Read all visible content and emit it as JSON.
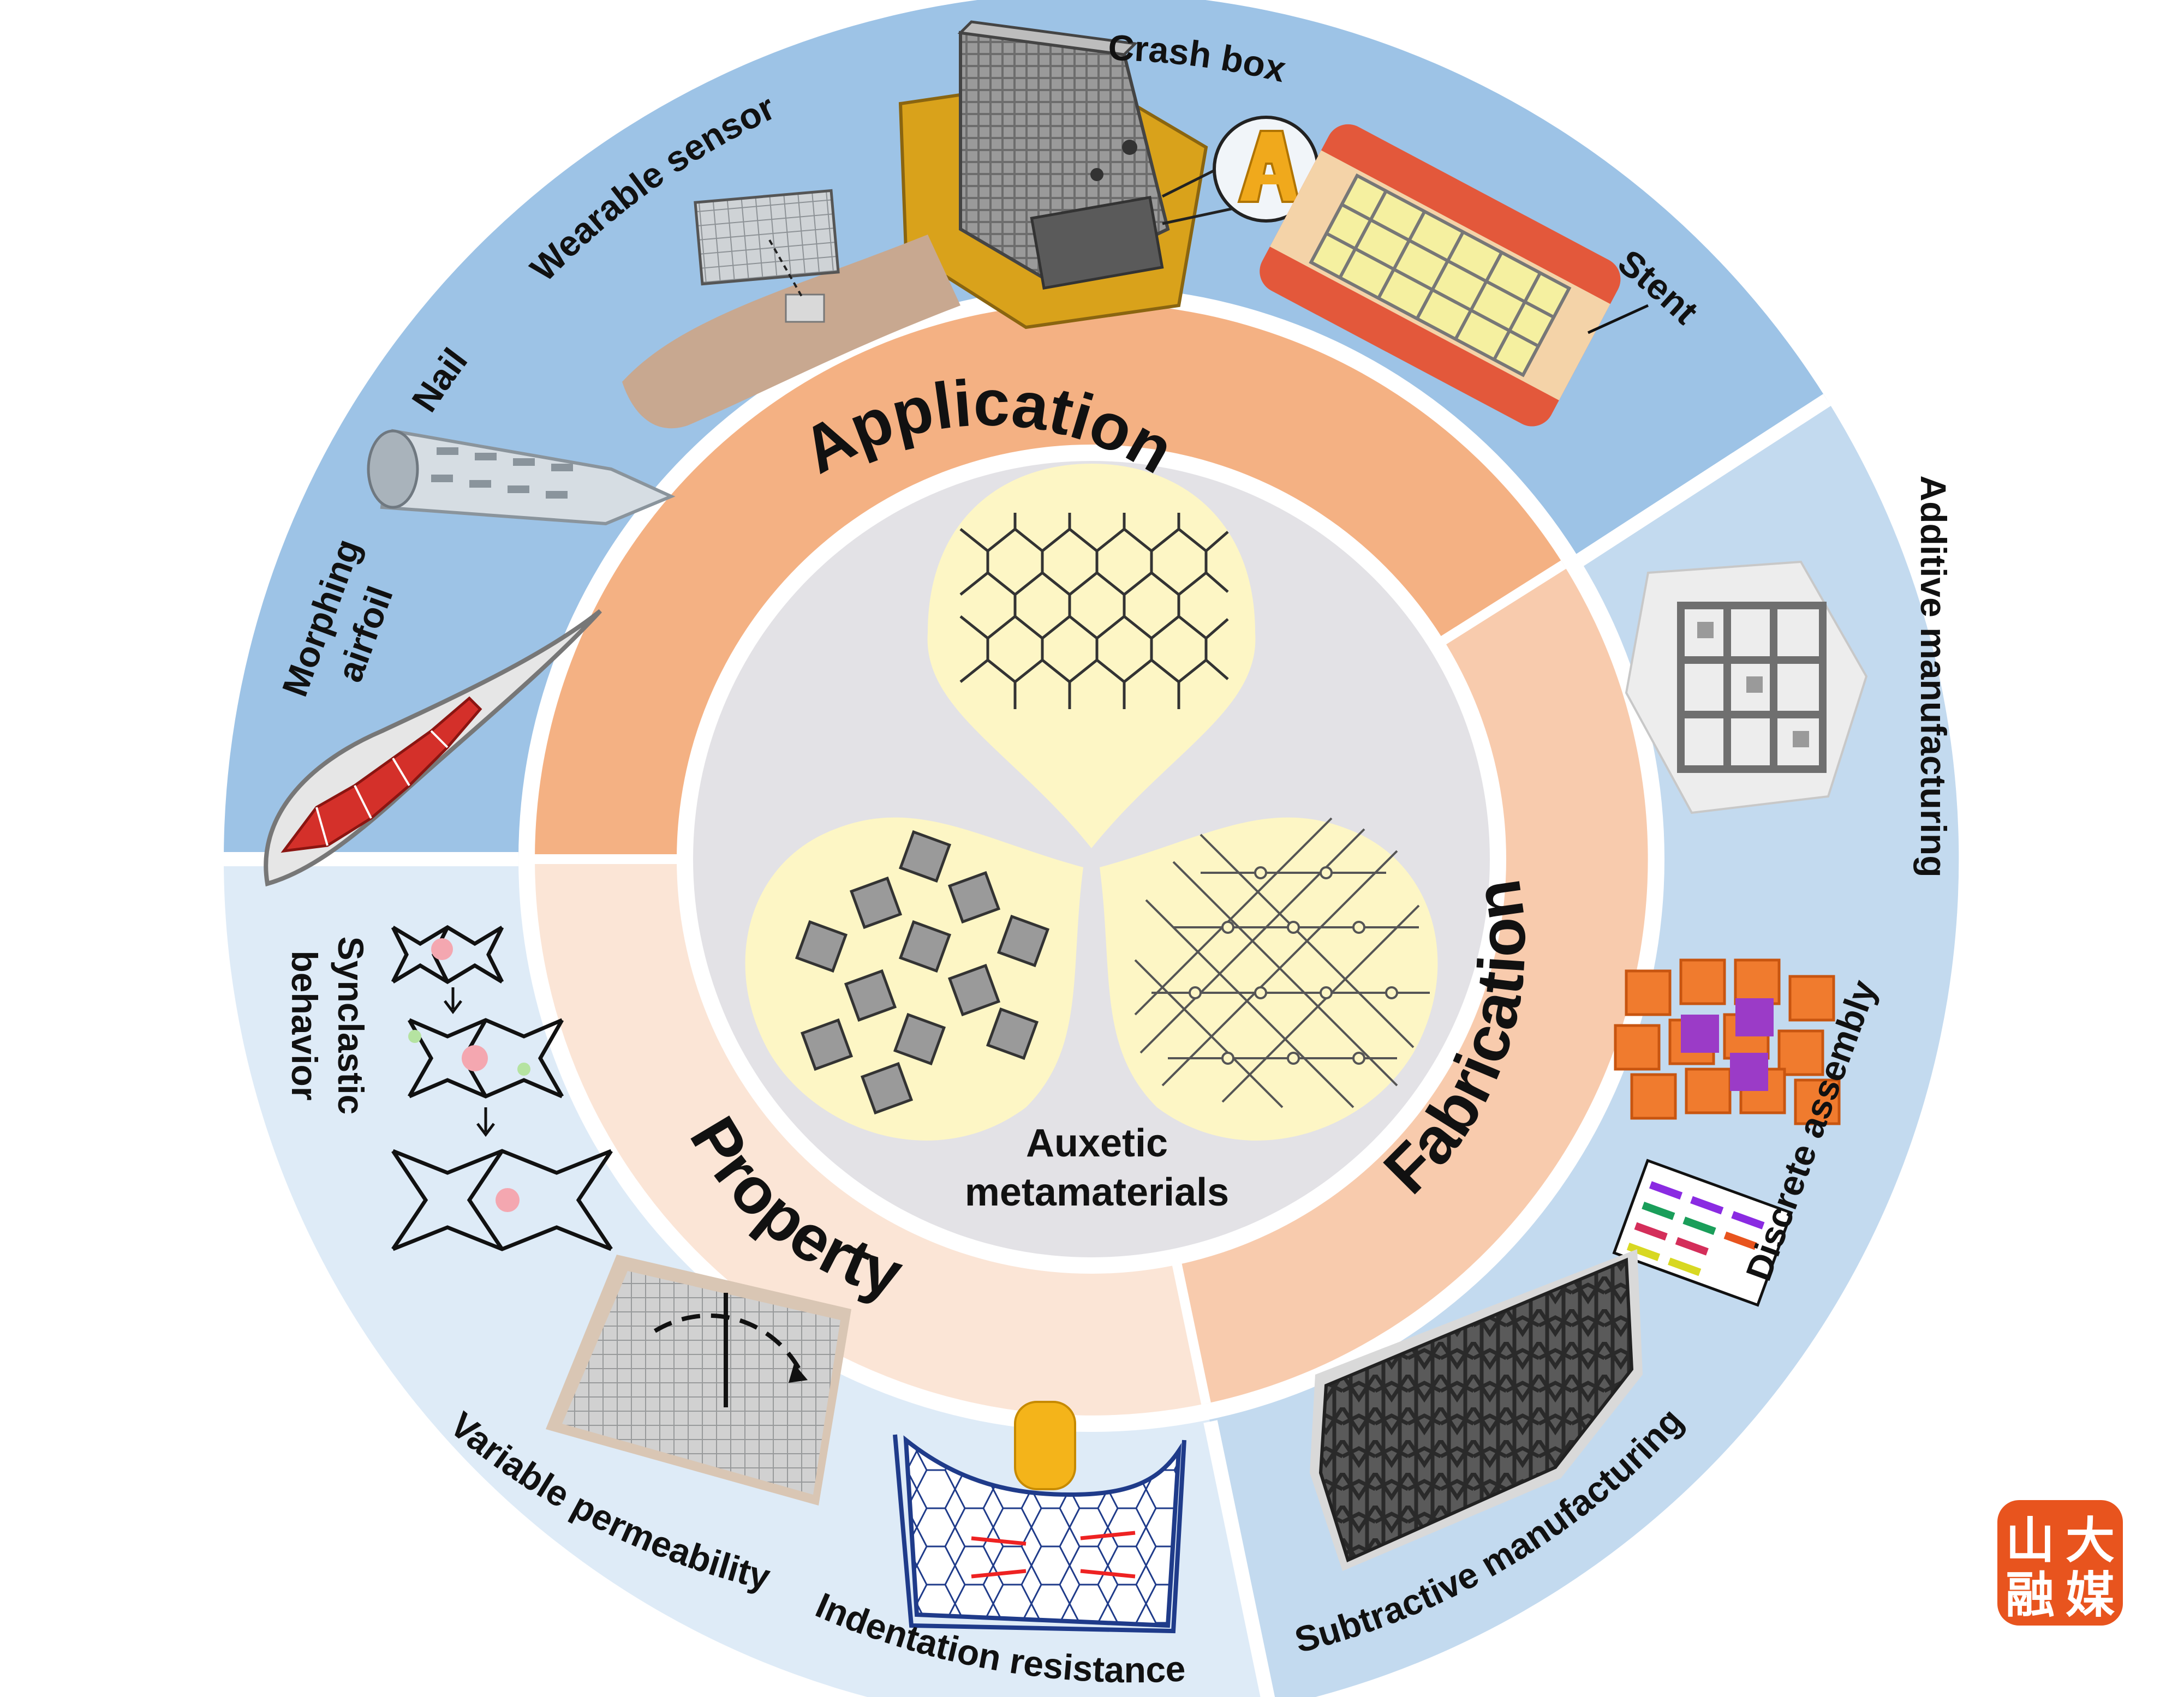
{
  "center": {
    "title_line1": "Auxetic",
    "title_line2": "metamaterials"
  },
  "sectors": {
    "application": "Application",
    "fabrication": "Fabrication",
    "property": "Property"
  },
  "applications": {
    "crash_box": "Crash box",
    "wearable_sensor": "Wearable sensor",
    "stent": "Stent",
    "nail": "Nail",
    "morphing_line1": "Morphing",
    "morphing_line2": "airfoil"
  },
  "fabrication_methods": {
    "additive": "Additive manufacturing",
    "discrete": "Discrete assembly",
    "subtractive": "Subtractive manufacturing"
  },
  "properties": {
    "synclastic_line1": "Synclastic",
    "synclastic_line2": "behavior",
    "permeability": "Variable permeability",
    "indentation": "Indentation resistance"
  },
  "logo": {
    "chars": [
      "山",
      "大",
      "融",
      "媒"
    ]
  },
  "colors": {
    "outer_application": "#9dc3e6",
    "outer_fabrication": "#c3daef",
    "outer_property": "#deebf7",
    "ring_application": "#f4b183",
    "ring_fabrication": "#f8cbad",
    "ring_property": "#fbe5d6",
    "core": "#e3e2e6",
    "petal": "#fdf6c5",
    "logo": "#e8541e"
  }
}
